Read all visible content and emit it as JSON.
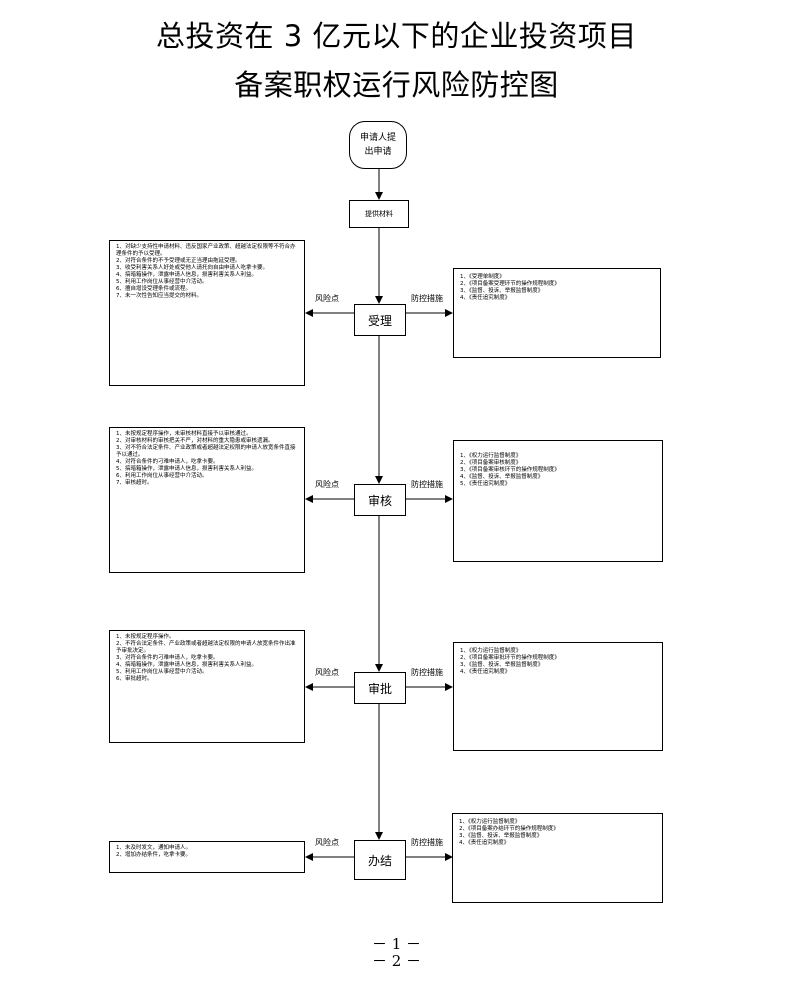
{
  "title": {
    "line1": "总投资在 3 亿元以下的企业投资项目",
    "line2": "备案职权运行风险防控图"
  },
  "start_node": "申请人提出申请",
  "submit_node": "提供材料",
  "label_risk": "风险点",
  "label_control": "防控措施",
  "stages": [
    {
      "name": "受理",
      "risks": [
        "1、对缺少支持性申请材料、违反国家产业政策、超越法定权限等不符合办理条件的予以受理。",
        "2、对符合条件的不予受理或无正当理由拖延受理。",
        "3、收受利害关系人好处或受他人请托向自由申请人吃拿卡要。",
        "4、搞暗箱操作，泄露申请人信息，损害利害关系人利益。",
        "5、利用工作岗位从事经营中介活动。",
        "6、擅自增设受理条件或流程。",
        "7、未一次性告知应当提交的材料。"
      ],
      "controls": [
        "1、《受理单制度》",
        "2、《项目备案受理环节的操作规程制度》",
        "3、《监督、投诉、举报监督制度》",
        "4、《责任追究制度》"
      ]
    },
    {
      "name": "审核",
      "risks": [
        "1、未按规定程序操作，未审核材料直接予以审核通过。",
        "2、对审核材料的审核把关不严，对材料的重大隐患或审核遗漏。",
        "3、对不符合法定条件、产业政策或者超越法定权限的申请人放宽条件直接予以通过。",
        "4、对符合条件的刁难申请人，吃拿卡要。",
        "5、搞暗箱操作，泄露申请人信息，损害利害关系人利益。",
        "6、利用工作岗位从事经营中介活动。",
        "7、审核超时。"
      ],
      "controls": [
        "1、《权力运行监督制度》",
        "2、《项目备案审核制度》",
        "3、《项目备案审核环节的操作规程制度》",
        "4、《监督、投诉、举报监督制度》",
        "5、《责任追究制度》"
      ]
    },
    {
      "name": "审批",
      "risks": [
        "1、未按规定程序操作。",
        "2、不符合法定条件、产业政策或者超越法定权限的申请人放宽条件作出准予审批决定。",
        "3、对符合条件的刁难申请人，吃拿卡要。",
        "4、搞暗箱操作，泄露申请人信息，损害利害关系人利益。",
        "5、利用工作岗位从事经营中介活动。",
        "6、审批超时。"
      ],
      "controls": [
        "1、《权力运行监督制度》",
        "2、《项目备案审批环节的操作规程制度》",
        "3、《监督、投诉、举报监督制度》",
        "4、《责任追究制度》"
      ]
    },
    {
      "name": "办结",
      "risks": [
        "1、未及时发文，通知申请人。",
        "2、增加办结条件，吃拿卡要。"
      ],
      "controls": [
        "1、《权力运行监督制度》",
        "2、《项目备案办结环节的操作规程制度》",
        "3、《监督、投诉、举报监督制度》",
        "4、《责任追究制度》"
      ]
    }
  ],
  "page_numbers": [
    "－ 1 －",
    "－ 2 －"
  ]
}
